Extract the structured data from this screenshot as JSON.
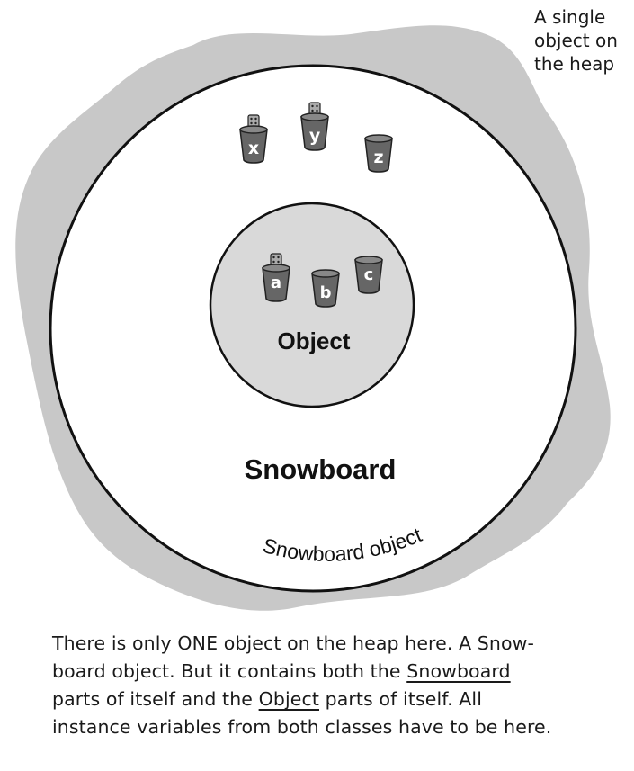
{
  "annotation_top_right": [
    "A single",
    "object on",
    "the heap"
  ],
  "outer_class_label": "Snowboard",
  "inner_class_label": "Object",
  "blob_label": "Snowboard object",
  "outer_variables": [
    "x",
    "y",
    "z"
  ],
  "inner_variables": [
    "a",
    "b",
    "c"
  ],
  "caption": {
    "line1": "There is only ONE object on the heap here. A Snow-",
    "line2_a": "board object. But it contains both the ",
    "line2_u": "Snowboard",
    "line3_a": "parts of itself and the ",
    "line3_u": "Object",
    "line3_b": " parts of itself. All",
    "line4": "instance variables from both classes have to be here."
  },
  "colors": {
    "heap": "#c8c8c8",
    "inner_circle": "#d9d9d9",
    "cup": "#666666"
  }
}
